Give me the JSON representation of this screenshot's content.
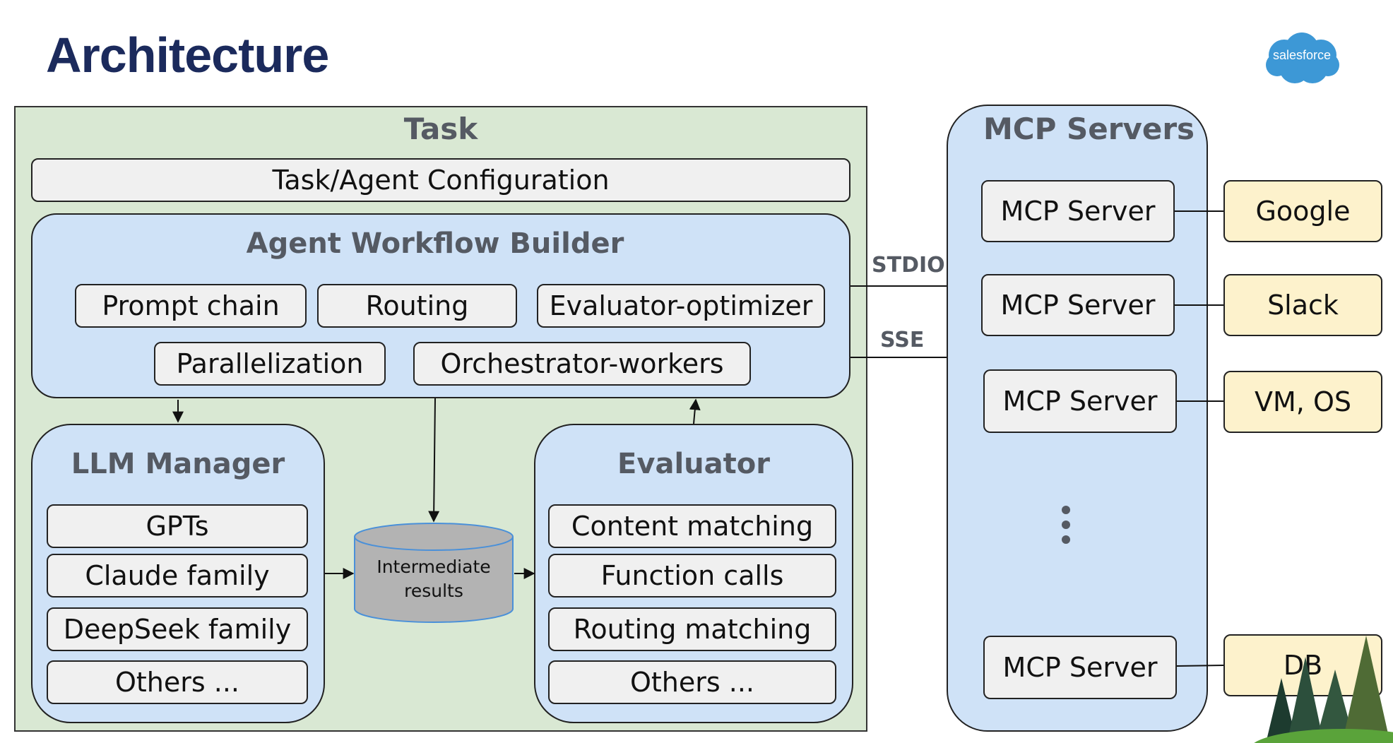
{
  "page": {
    "title": "Architecture"
  },
  "logo": {
    "text": "salesforce",
    "icon": "salesforce-cloud-logo",
    "color": "#3d98d6"
  },
  "task": {
    "title": "Task",
    "config_label": "Task/Agent Configuration",
    "workflow": {
      "title": "Agent Workflow Builder",
      "items": [
        "Prompt chain",
        "Routing",
        "Evaluator-optimizer",
        "Parallelization",
        "Orchestrator-workers"
      ]
    },
    "llm_manager": {
      "title": "LLM Manager",
      "items": [
        "GPTs",
        "Claude family",
        "DeepSeek family",
        "Others ..."
      ]
    },
    "intermediate": {
      "line1": "Intermediate",
      "line2": "results"
    },
    "evaluator": {
      "title": "Evaluator",
      "items": [
        "Content matching",
        "Function calls",
        "Routing matching",
        "Others ..."
      ]
    }
  },
  "transports": {
    "stdio": "STDIO",
    "sse": "SSE"
  },
  "mcp": {
    "title": "MCP Servers",
    "servers": [
      "MCP Server",
      "MCP Server",
      "MCP Server",
      "MCP Server"
    ],
    "services": [
      "Google",
      "Slack",
      "VM, OS",
      "DB"
    ]
  },
  "colors": {
    "task_bg": "#d9e8d3",
    "panel_blue": "#cfe2f7",
    "box_gray": "#f0f0f0",
    "service_yellow": "#fdf2cc",
    "cylinder": "#b3b3b3",
    "title_navy": "#1b2a5c"
  }
}
